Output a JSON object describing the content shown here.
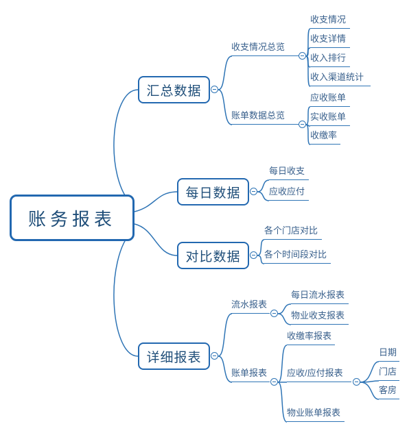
{
  "theme": {
    "line_color": "#2E74B5",
    "border_color": "#2268B0",
    "box_text_color": "#1F4E79",
    "leaf_text_color": "#39608C",
    "background": "#FFFFFF"
  },
  "mindmap": {
    "type": "mind-map",
    "root": {
      "label": "账务报表",
      "children": [
        {
          "label": "汇总数据",
          "children": [
            {
              "label": "收支情况总览",
              "children": [
                {
                  "label": "收支情况"
                },
                {
                  "label": "收支详情"
                },
                {
                  "label": "收入排行"
                },
                {
                  "label": "收入渠道统计"
                }
              ]
            },
            {
              "label": "账单数据总览",
              "children": [
                {
                  "label": "应收账单"
                },
                {
                  "label": "实收账单"
                },
                {
                  "label": "收缴率"
                }
              ]
            }
          ]
        },
        {
          "label": "每日数据",
          "children": [
            {
              "label": "每日收支"
            },
            {
              "label": "应收应付"
            }
          ]
        },
        {
          "label": "对比数据",
          "children": [
            {
              "label": "各个门店对比"
            },
            {
              "label": "各个时间段对比"
            }
          ]
        },
        {
          "label": "详细报表",
          "children": [
            {
              "label": "流水报表",
              "children": [
                {
                  "label": "每日流水报表"
                },
                {
                  "label": "物业收支报表"
                }
              ]
            },
            {
              "label": "账单报表",
              "children": [
                {
                  "label": "收缴率报表"
                },
                {
                  "label": "应收/应付报表",
                  "children": [
                    {
                      "label": "日期"
                    },
                    {
                      "label": "门店"
                    },
                    {
                      "label": "客房"
                    }
                  ]
                },
                {
                  "label": "物业账单报表"
                }
              ]
            }
          ]
        }
      ]
    }
  }
}
